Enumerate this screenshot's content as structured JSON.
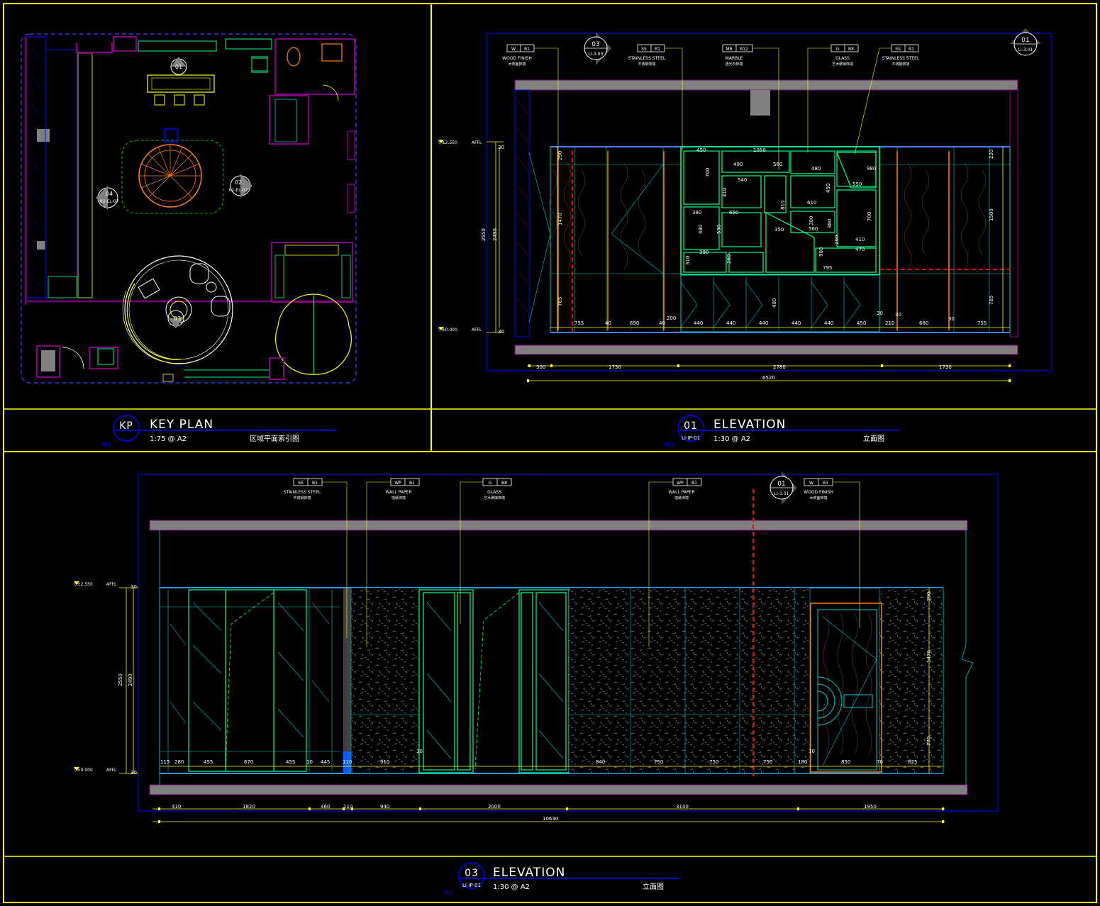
{
  "colors": {
    "background": "#000000",
    "frame": "#ffff00",
    "wall": "#808080",
    "outline": "#0000ff",
    "grid": "#00c8c8",
    "cabinet": "#00ff80",
    "wood": "#ff8000",
    "section": "#ff0000"
  },
  "titles": {
    "kp": {
      "badge": "KP",
      "title": "KEY PLAN",
      "scale": "1:75 @ A2",
      "chinese": "区域平面索引图",
      "mark": "MU"
    },
    "e01": {
      "badge": "01",
      "ref": "LI-IP-01",
      "title": "ELEVATION",
      "scale": "1:30 @ A2",
      "chinese": "立面图",
      "mark": "MU"
    },
    "e03": {
      "badge": "03",
      "ref": "LI-IP-01",
      "title": "ELEVATION",
      "scale": "1:30 @ A2",
      "chinese": "立面图",
      "mark": "MU"
    }
  },
  "keyplan": {
    "markers": [
      {
        "num": "01",
        "ref": ""
      },
      {
        "num": "02",
        "ref": "02-EL-07"
      },
      {
        "num": "03",
        "ref": ""
      },
      {
        "num": "04",
        "ref": "02-EL-07"
      }
    ]
  },
  "elev01": {
    "levels": [
      {
        "label": "▽±2.550",
        "affl": "AFFL"
      },
      {
        "label": "▽±0.000",
        "affl": "AFFL"
      }
    ],
    "tags": [
      {
        "code": "W",
        "num": "B1",
        "en": "WOOD FINISH",
        "cn": "木饰面饰墙"
      },
      {
        "code": "SS",
        "num": "B1",
        "en": "STAINLESS STEEL",
        "cn": "不锈钢饰墙"
      },
      {
        "code": "MB",
        "num": "B12",
        "en": "MARBLE",
        "cn": "透光石饰墙"
      },
      {
        "code": "G",
        "num": "B8",
        "en": "GLASS",
        "cn": "艺术玻璃饰墙"
      },
      {
        "code": "SS",
        "num": "B1",
        "en": "STAINLESS STEEL",
        "cn": "不锈钢饰墙"
      }
    ],
    "section_markers": [
      {
        "num": "03",
        "ref": "LI-3.03"
      },
      {
        "num": "01",
        "ref": "LI-3.01"
      }
    ],
    "vertical_dims": [
      "2550",
      "2490",
      "30",
      "30",
      "290",
      "1470",
      "765",
      "220",
      "1500",
      "765"
    ],
    "bottom_dims": [
      "755",
      "40",
      "690",
      "40",
      "200",
      "440",
      "440",
      "440",
      "440",
      "440",
      "450",
      "30",
      "210",
      "30",
      "680",
      "30",
      "755"
    ],
    "overall_dims": [
      "300",
      "1730",
      "2780",
      "1730"
    ],
    "total": "6520",
    "shelf_dims": [
      "1050",
      "450",
      "700",
      "490",
      "560",
      "480",
      "980",
      "410",
      "540",
      "610",
      "450",
      "550",
      "380",
      "650",
      "810",
      "300",
      "480",
      "530",
      "350",
      "560",
      "700",
      "410",
      "390",
      "260",
      "900",
      "470",
      "795",
      "310",
      "200",
      "380",
      "400"
    ]
  },
  "elev03": {
    "levels": [
      {
        "label": "▽±2.550",
        "affl": "AFFL"
      },
      {
        "label": "▽±0.000",
        "affl": "AFFL"
      }
    ],
    "tags": [
      {
        "code": "SS",
        "num": "B1",
        "en": "STAINLESS STEEL",
        "cn": "不锈钢饰墙"
      },
      {
        "code": "WP",
        "num": "B1",
        "en": "WALL PAPER",
        "cn": "墙纸饰墙"
      },
      {
        "code": "G",
        "num": "B8",
        "en": "GLASS",
        "cn": "艺术玻璃饰墙"
      },
      {
        "code": "WP",
        "num": "B1",
        "en": "WALL PAPER",
        "cn": "墙纸饰墙"
      },
      {
        "code": "W",
        "num": "B1",
        "en": "WOOD FINISH",
        "cn": "木饰面饰墙"
      }
    ],
    "section_marker": {
      "num": "01",
      "ref": "LI-3.01"
    },
    "vertical_dims": [
      "2550",
      "2490",
      "30",
      "30",
      "290",
      "1470",
      "770"
    ],
    "bottom_dims": [
      "115",
      "280",
      "455",
      "670",
      "455",
      "10",
      "445",
      "110",
      "910",
      "30",
      "840",
      "750",
      "750",
      "750",
      "180",
      "10",
      "850",
      "70",
      "825"
    ],
    "overall_dims": [
      "410",
      "1820",
      "460",
      "110",
      "940",
      "2000",
      "3140",
      "1950"
    ],
    "total": "10630"
  }
}
